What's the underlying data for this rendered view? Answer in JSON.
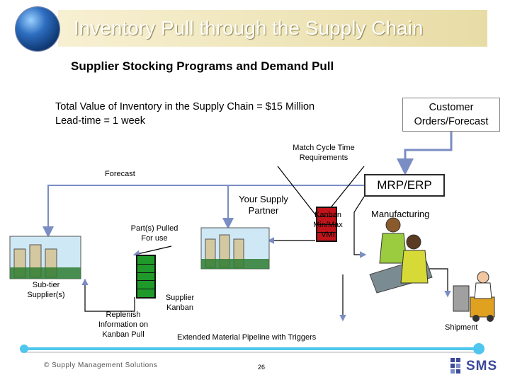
{
  "title": "Inventory Pull through the Supply Chain",
  "subtitle": "Supplier Stocking Programs and Demand Pull",
  "info": {
    "line1": "Total Value of Inventory in the Supply Chain = $15 Million",
    "line2": "Lead-time = 1 week"
  },
  "customer": {
    "line1": "Customer",
    "line2": "Orders/Forecast"
  },
  "labels": {
    "match_line1": "Match Cycle Time",
    "match_line2": "Requirements",
    "forecast": "Forecast",
    "mrp": "MRP/ERP",
    "partner_line1": "Your Supply",
    "partner_line2": "Partner",
    "kanban_line1": "Kanban",
    "kanban_line2": "Min/Max",
    "kanban_line3": "VMI",
    "manufacturing": "Manufacturing",
    "parts_line1": "Part(s) Pulled",
    "parts_line2": "For use",
    "subtier_line1": "Sub-tier",
    "subtier_line2": "Supplier(s)",
    "supplier_kanban_line1": "Supplier",
    "supplier_kanban_line2": "Kanban",
    "replenish_line1": "Replenish",
    "replenish_line2": "Information on",
    "replenish_line3": "Kanban Pull",
    "pipeline": "Extended Material Pipeline with Triggers",
    "shipment": "Shipment"
  },
  "footer": {
    "copyright": "© Supply Management Solutions",
    "page": "26",
    "logo": "SMS"
  },
  "colors": {
    "arrow": "#7a8dc4",
    "timeline": "#4fc6ee",
    "kanban_green": "#1f9a2a",
    "kanban_red": "#c0141a",
    "title_bg": "#ece3b4"
  }
}
